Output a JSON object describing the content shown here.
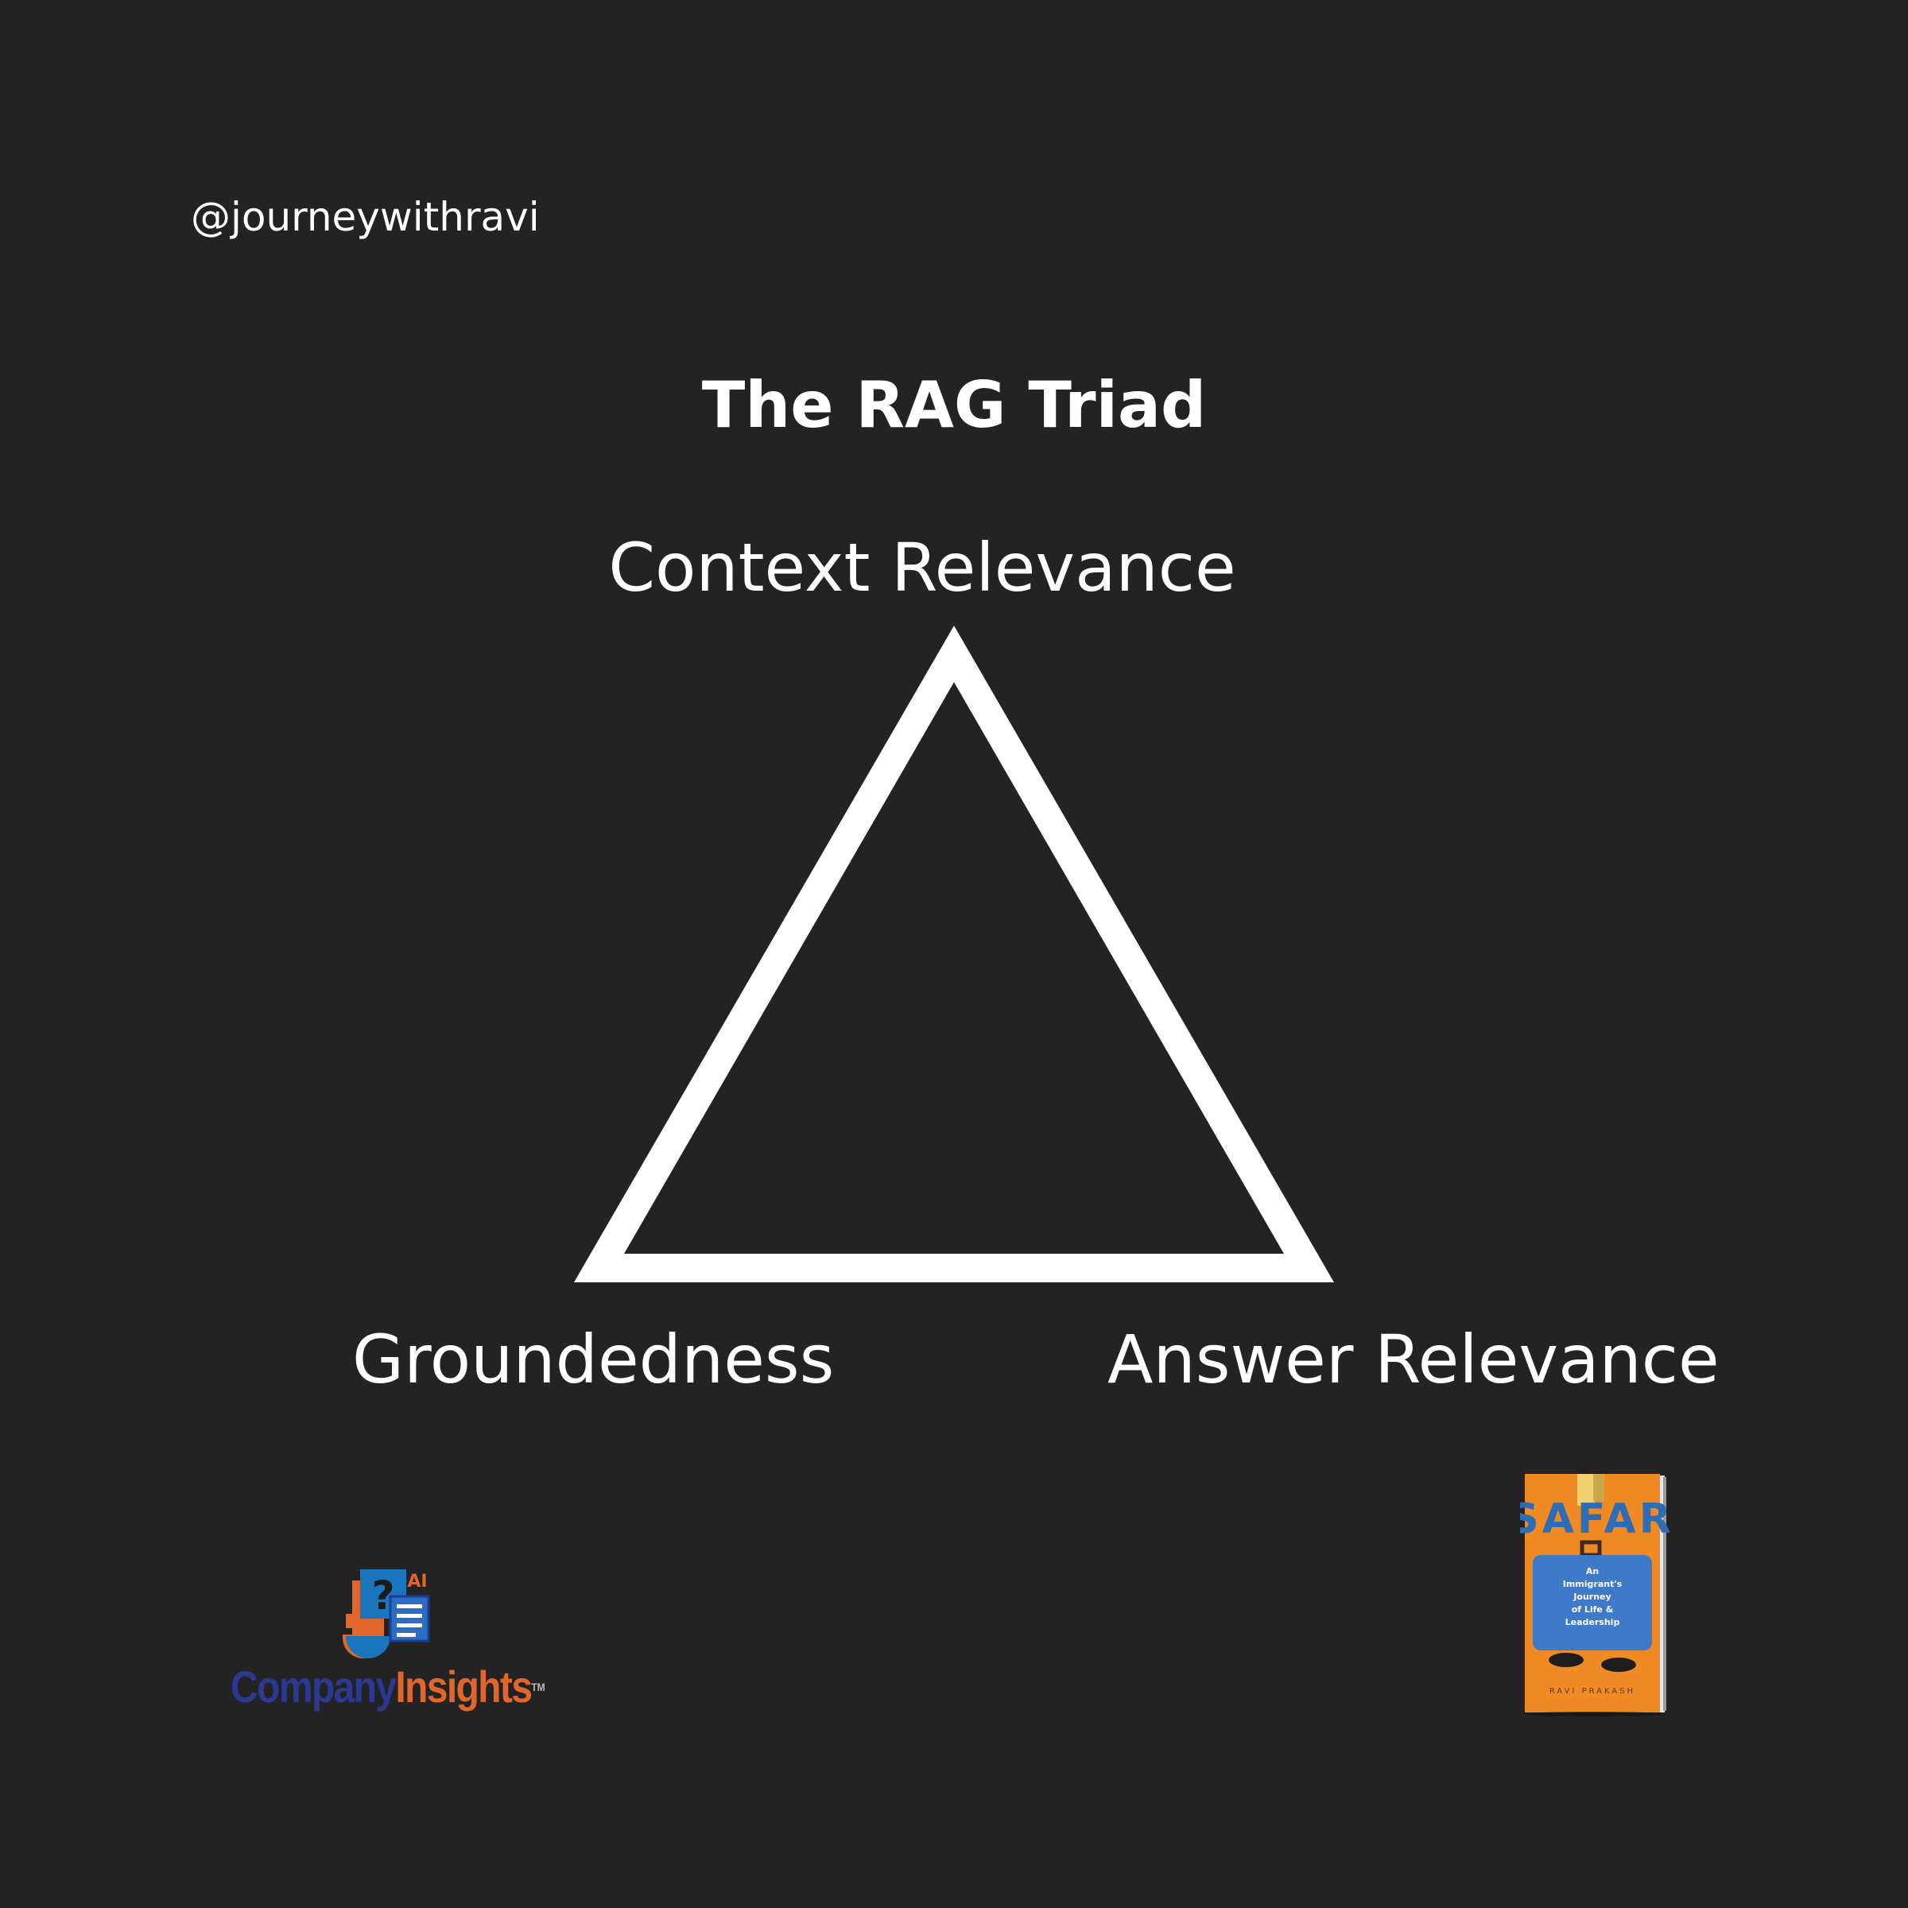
{
  "handle": "@journeywithravi",
  "title": "The RAG Triad",
  "triad": {
    "top_label": "Context Relevance",
    "left_label": "Groundedness",
    "right_label": "Answer Relevance"
  },
  "logos": {
    "company_insights": {
      "badge_text": "AI",
      "word_part1": "Company",
      "word_part2": "Insights",
      "trademark": "TM",
      "colors": {
        "blue": "#2b3990",
        "orange": "#e0662b",
        "sky": "#1b75bc"
      }
    },
    "book": {
      "title": "SAFAR",
      "subtitle_lines": [
        "An",
        "Immigrant's",
        "Journey",
        "of Life &",
        "Leadership"
      ],
      "author": "RAVI PRAKASH",
      "colors": {
        "cover": "#f08a24",
        "title": "#2e6db4",
        "suitcase": "#3f79c9"
      }
    }
  },
  "colors": {
    "background": "#232323",
    "foreground": "#ffffff"
  }
}
